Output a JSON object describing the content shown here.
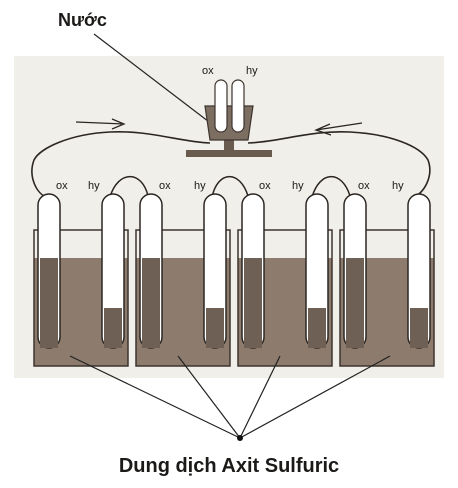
{
  "top_label": "Nước",
  "bottom_label": "Dung dịch Axit Sulfuric",
  "center_tubes": {
    "left": "ox",
    "right": "hy"
  },
  "beakers": [
    {
      "left": "ox",
      "right": "hy"
    },
    {
      "left": "ox",
      "right": "hy"
    },
    {
      "left": "ox",
      "right": "hy"
    },
    {
      "left": "ox",
      "right": "hy"
    }
  ],
  "colors": {
    "background": "#ffffff",
    "panel": "#f1efea",
    "liquid": "#8d7c6e",
    "ink": "#1c1a18"
  }
}
